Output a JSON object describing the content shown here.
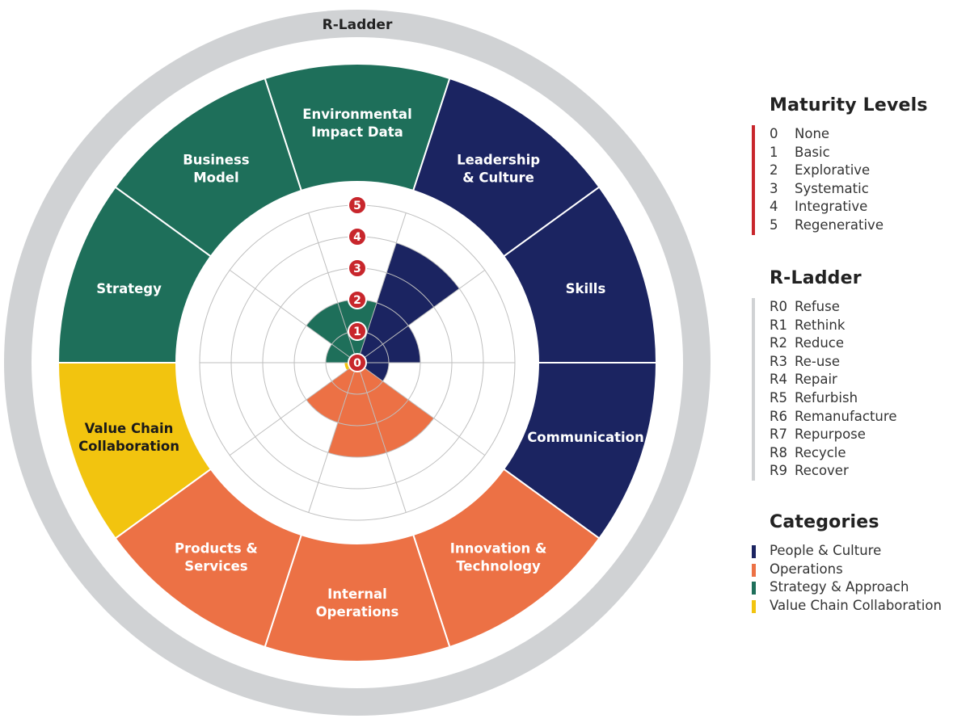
{
  "wheel": {
    "ring_label": "R-Ladder",
    "level_numbers": [
      "0",
      "1",
      "2",
      "3",
      "4",
      "5"
    ],
    "segments": [
      {
        "label_lines": [
          "Environmental",
          "Impact Data"
        ],
        "category": "Strategy & Approach",
        "score": 2
      },
      {
        "label_lines": [
          "Leadership",
          "& Culture"
        ],
        "category": "People & Culture",
        "score": 4
      },
      {
        "label_lines": [
          "Skills"
        ],
        "category": "People & Culture",
        "score": 2
      },
      {
        "label_lines": [
          "Communication"
        ],
        "category": "People & Culture",
        "score": 1
      },
      {
        "label_lines": [
          "Innovation &",
          "Technology"
        ],
        "category": "Operations",
        "score": 3
      },
      {
        "label_lines": [
          "Internal",
          "Operations"
        ],
        "category": "Operations",
        "score": 3
      },
      {
        "label_lines": [
          "Products &",
          "Services"
        ],
        "category": "Operations",
        "score": 2
      },
      {
        "label_lines": [
          "Value Chain",
          "Collaboration"
        ],
        "category": "Value Chain Collaboration",
        "score": 0.4
      },
      {
        "label_lines": [
          "Strategy"
        ],
        "category": "Strategy & Approach",
        "score": 1
      },
      {
        "label_lines": [
          "Business",
          "Model"
        ],
        "category": "Strategy & Approach",
        "score": 2
      }
    ]
  },
  "legend": {
    "maturity": {
      "title": "Maturity Levels",
      "bar_color": "#C8262C",
      "items": [
        {
          "code": "0",
          "label": "None"
        },
        {
          "code": "1",
          "label": "Basic"
        },
        {
          "code": "2",
          "label": "Explorative"
        },
        {
          "code": "3",
          "label": "Systematic"
        },
        {
          "code": "4",
          "label": "Integrative"
        },
        {
          "code": "5",
          "label": "Regenerative"
        }
      ]
    },
    "rladder": {
      "title": "R-Ladder",
      "bar_color": "#D0D2D4",
      "items": [
        {
          "code": "R0",
          "label": "Refuse"
        },
        {
          "code": "R1",
          "label": "Rethink"
        },
        {
          "code": "R2",
          "label": "Reduce"
        },
        {
          "code": "R3",
          "label": "Re-use"
        },
        {
          "code": "R4",
          "label": "Repair"
        },
        {
          "code": "R5",
          "label": "Refurbish"
        },
        {
          "code": "R6",
          "label": "Remanufacture"
        },
        {
          "code": "R7",
          "label": "Repurpose"
        },
        {
          "code": "R8",
          "label": "Recycle"
        },
        {
          "code": "R9",
          "label": "Recover"
        }
      ]
    },
    "categories": {
      "title": "Categories",
      "items": [
        {
          "label": "People & Culture",
          "color": "#1B2461"
        },
        {
          "label": "Operations",
          "color": "#EC7145"
        },
        {
          "label": "Strategy & Approach",
          "color": "#1E6F5A"
        },
        {
          "label": "Value Chain Collaboration",
          "color": "#F2C40F"
        }
      ]
    }
  }
}
